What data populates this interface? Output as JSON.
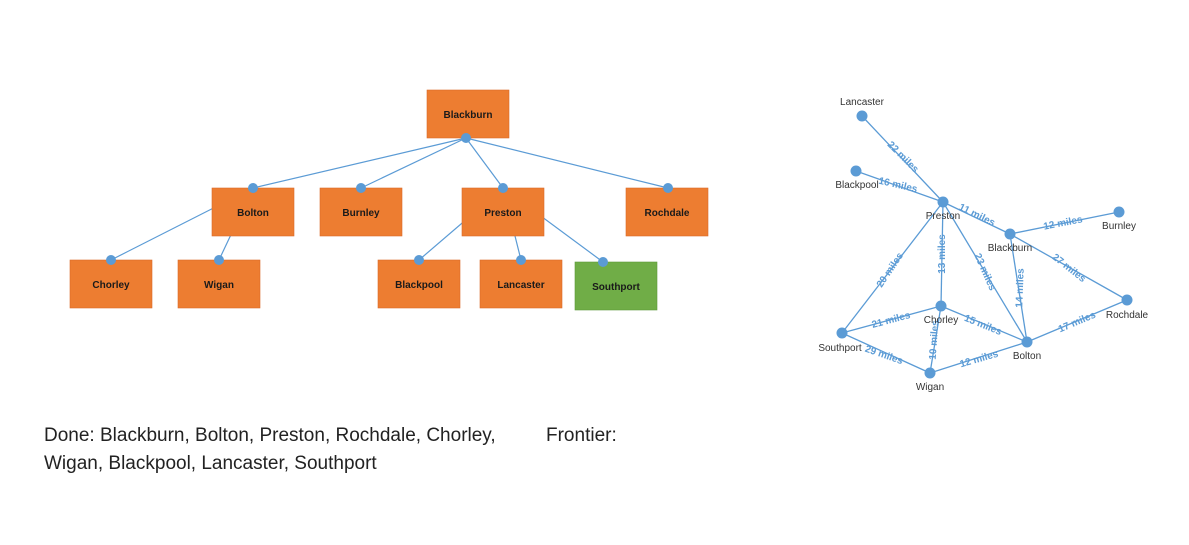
{
  "colors": {
    "node_fill": "#ed7d31",
    "goal_fill": "#70ad47",
    "edge": "#5b9bd5",
    "dot": "#5b9bd5"
  },
  "search_tree": {
    "nodes": [
      {
        "id": "blackburn",
        "label": "Blackburn",
        "state": "expanded"
      },
      {
        "id": "bolton",
        "label": "Bolton",
        "state": "expanded"
      },
      {
        "id": "burnley",
        "label": "Burnley",
        "state": "expanded"
      },
      {
        "id": "preston",
        "label": "Preston",
        "state": "expanded"
      },
      {
        "id": "rochdale",
        "label": "Rochdale",
        "state": "expanded"
      },
      {
        "id": "chorley",
        "label": "Chorley",
        "state": "expanded"
      },
      {
        "id": "wigan",
        "label": "Wigan",
        "state": "expanded"
      },
      {
        "id": "blackpool",
        "label": "Blackpool",
        "state": "expanded"
      },
      {
        "id": "lancaster",
        "label": "Lancaster",
        "state": "expanded"
      },
      {
        "id": "southport",
        "label": "Southport",
        "state": "goal"
      }
    ],
    "edges": [
      {
        "from": "blackburn",
        "to": "bolton"
      },
      {
        "from": "blackburn",
        "to": "burnley"
      },
      {
        "from": "blackburn",
        "to": "preston"
      },
      {
        "from": "blackburn",
        "to": "rochdale"
      },
      {
        "from": "bolton",
        "to": "chorley"
      },
      {
        "from": "bolton",
        "to": "wigan"
      },
      {
        "from": "preston",
        "to": "blackpool"
      },
      {
        "from": "preston",
        "to": "lancaster"
      },
      {
        "from": "preston",
        "to": "southport"
      }
    ]
  },
  "map_graph": {
    "cities": [
      {
        "id": "lancaster",
        "label": "Lancaster"
      },
      {
        "id": "blackpool",
        "label": "Blackpool"
      },
      {
        "id": "preston",
        "label": "Preston"
      },
      {
        "id": "blackburn",
        "label": "Blackburn"
      },
      {
        "id": "burnley",
        "label": "Burnley"
      },
      {
        "id": "rochdale",
        "label": "Rochdale"
      },
      {
        "id": "chorley",
        "label": "Chorley"
      },
      {
        "id": "southport",
        "label": "Southport"
      },
      {
        "id": "bolton",
        "label": "Bolton"
      },
      {
        "id": "wigan",
        "label": "Wigan"
      }
    ],
    "roads": [
      {
        "from": "lancaster",
        "to": "preston",
        "label": "22 miles"
      },
      {
        "from": "blackpool",
        "to": "preston",
        "label": "16 miles"
      },
      {
        "from": "preston",
        "to": "blackburn",
        "label": "11 miles"
      },
      {
        "from": "blackburn",
        "to": "burnley",
        "label": "12 miles"
      },
      {
        "from": "blackburn",
        "to": "rochdale",
        "label": "27 miles"
      },
      {
        "from": "preston",
        "to": "southport",
        "label": "20 miles"
      },
      {
        "from": "preston",
        "to": "chorley",
        "label": "13 miles"
      },
      {
        "from": "preston",
        "to": "bolton",
        "label": "23 miles"
      },
      {
        "from": "blackburn",
        "to": "bolton",
        "label": "14 miles"
      },
      {
        "from": "southport",
        "to": "chorley",
        "label": "21 miles"
      },
      {
        "from": "chorley",
        "to": "bolton",
        "label": "15 miles"
      },
      {
        "from": "bolton",
        "to": "rochdale",
        "label": "17 miles"
      },
      {
        "from": "southport",
        "to": "wigan",
        "label": "29 miles"
      },
      {
        "from": "chorley",
        "to": "wigan",
        "label": "10 miles"
      },
      {
        "from": "wigan",
        "to": "bolton",
        "label": "12 miles"
      }
    ]
  },
  "status": {
    "done_label": "Done:",
    "done_list": "Blackburn, Bolton, Preston, Rochdale, Chorley, Wigan, Blackpool, Lancaster, Southport",
    "frontier_label": "Frontier:",
    "frontier_list": ""
  }
}
